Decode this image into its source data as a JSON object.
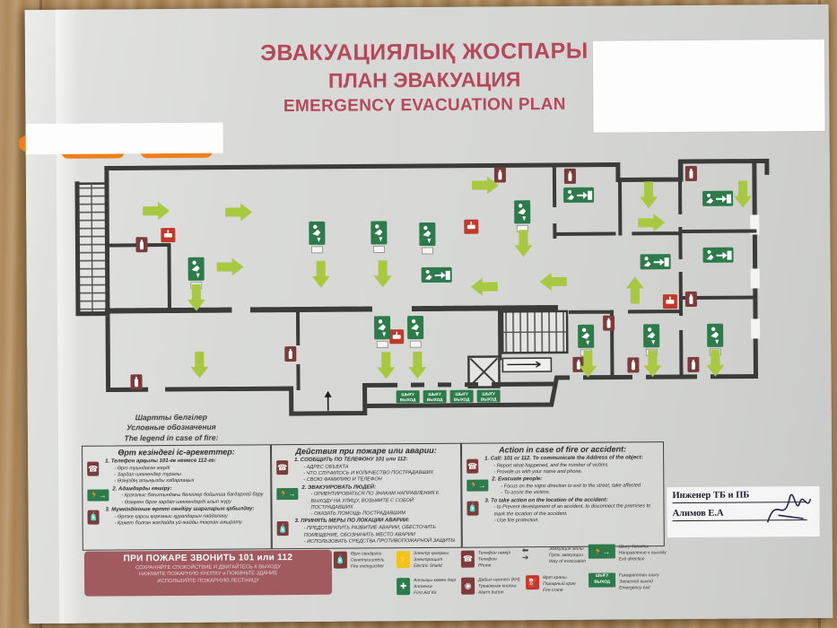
{
  "title": {
    "kk": "ЭВАКУАЦИЯЛЫҚ ЖОСПАРЫ",
    "ru": "ПЛАН ЭВАКУАЦИЯ",
    "en": "EMERGENCY EVACUATION PLAN"
  },
  "legend_header": {
    "kk": "Шартты белгілер",
    "ru": "Условные обозначения",
    "en": "The legend in case of fire:"
  },
  "columns": {
    "kk": {
      "heading": "Өрт кезіндегі іс-әрекеттер:",
      "items": [
        {
          "title": "1. Телефон арқылы 101-ге немесе 112-ге:",
          "bullets": [
            "Өрт туындаған жерді",
            "Зардап шеккендер туралы",
            "Өзіңіздің атыңызды хабарлаңыз"
          ]
        },
        {
          "title": "2. Адамдарды көшіру:",
          "bullets": [
            "Қозғалыс бағытындағы белгілер бойынша бағдарлай бару",
            "Өзіңмен бірге зардап шеккендерді алып жүру"
          ]
        },
        {
          "title": "3. Мүмкіндігінше өртті сөндіру шараларын қабылдау:",
          "bullets": [
            "Өртке қарсы қорғаныс құралдарын пайдалану",
            "Қажет болған жағдайда үй-жайды тоқтан ажырату"
          ]
        }
      ]
    },
    "ru": {
      "heading": "Действия при пожаре или аварии:",
      "items": [
        {
          "title": "1. СООБЩИТЬ ПО ТЕЛЕФОНУ 101 или 112:",
          "bullets": [
            "АДРЕС ОБЪЕКТА",
            "ЧТО СЛУЧИЛОСЬ И КОЛИЧЕСТВО ПОСТРАДАВШИХ",
            "СВОЮ ФАМИЛИЮ И ТЕЛЕФОН"
          ]
        },
        {
          "title": "2. ЭВАКУИРОВАТЬ ЛЮДЕЙ:",
          "bullets": [
            "ОРИЕНТИРОВАТЬСЯ ПО ЗНАКАМ НАПРАВЛЕНИЯ К ВЫХОДУ НА УЛИЦУ, ВОЗЬМИТЕ С СОБОЙ ПОСТРАДАВШИХ",
            "ОКАЗАТЬ ПОМОЩЬ ПОСТРАДАВШИМ"
          ]
        },
        {
          "title": "3. ПРИНЯТЬ МЕРЫ ПО ЛОКАЦИИ АВАРИИ:",
          "bullets": [
            "ПРЕДОТВРАТИТЬ РАЗВИТИЕ АВАРИИ, ОБЕСТОЧИТЬ ПОМЕЩЕНИЕ, ОБОЗНАЧИТЬ МЕСТО АВАРИИ",
            "ИСПОЛЬЗОВАТЬ СРЕДСТВА ПРОТИВОПОЖАРНОЙ ЗАЩИТЫ"
          ]
        }
      ]
    },
    "en": {
      "heading": "Action in case of fire or accident:",
      "items": [
        {
          "title": "1. Call: 101 or 112. To communicate the Address of the object:",
          "bullets": [
            "Report what happened, and the number of victims.",
            "Provide us with your name and phone."
          ]
        },
        {
          "title": "2. Evacuate people:",
          "bullets": [
            "Focus on the signs direction to exit to the street, take affected",
            "To assist the victims."
          ]
        },
        {
          "title": "3. To take action on the location of the accident:",
          "bullets": [
            "to Prevent development of an accident, to disconnect the premises to mark the location of the accident.",
            "Use fire protection."
          ]
        }
      ]
    }
  },
  "emergency_box": {
    "line1": "ПРИ ПОЖАРЕ ЗВОНИТЬ 101 или 112",
    "line2": "СОХРАНЯЙТЕ СПОКОЙСТВИЕ И ДВИГАЙТЕСЬ К ВЫХОДУ",
    "line3": "НАЖМИТЕ ПОЖАРНУЮ КНОПКУ и ПОКИНЬТЕ ЗДАНИЕ",
    "line4": "ИСПОЛЬЗУЙТЕ ПОЖАРНУЮ ЛЕСТНИЦУ"
  },
  "signature": {
    "role": "Инженер ТБ и ПБ",
    "name": "Алимов Е.А"
  },
  "plan": {
    "exit_small": {
      "kk": "ШЫҒУ",
      "ru": "ВЫХОД"
    }
  },
  "bottom_legend": {
    "items": [
      {
        "kk": "Өрт сөндіргіш",
        "ru": "Огнетушитель",
        "en": "Fire extinguisher"
      },
      {
        "kk": "Электр қалқаны",
        "ru": "Электрощит",
        "en": "Electric Shield"
      },
      {
        "kk": "Телефон нөмірі",
        "ru": "Телефон",
        "en": "Phone"
      },
      {
        "kk": "Алғашқы көмек дәрі",
        "ru": "Аптечка",
        "en": "First Aid Kit"
      },
      {
        "kk": "Дабыл нүктесі (КН)",
        "ru": "Тревожная кнопка",
        "en": "Alarm button"
      },
      {
        "kk": "Эвакуация жолы",
        "ru": "Путь эвакуации",
        "en": "Way of evacuation"
      },
      {
        "kk": "Шығу бағыты",
        "ru": "Направление к выходу",
        "en": "Exit direction"
      },
      {
        "kk": "Өрт краны",
        "ru": "Пожарный кран",
        "en": "Fire crane"
      },
      {
        "kk": "Ғимараттан шығу",
        "ru": "Запасной выход",
        "en": "Emergency exit"
      }
    ]
  },
  "colors": {
    "accent_red": "#b5495b",
    "exit_green": "#2d7a4a",
    "arrow_green": "#a7c83f",
    "hydrant_red": "#c0392b",
    "extinguisher_maroon": "#7d3c3c"
  }
}
